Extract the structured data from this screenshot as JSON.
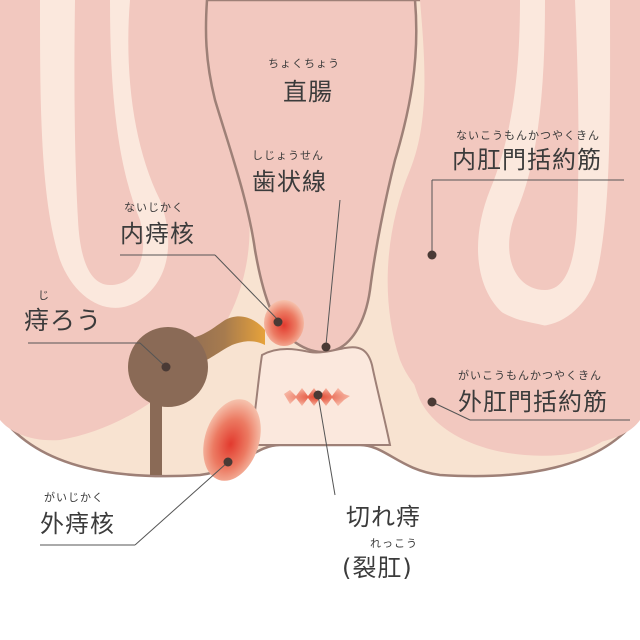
{
  "labels": {
    "rectum": {
      "ruby": "ちょくちょう",
      "text": "直腸"
    },
    "dentate_line": {
      "ruby": "しじょうせん",
      "text": "歯状線"
    },
    "internal_sphincter": {
      "ruby": "ないこうもんかつやくきん",
      "text": "内肛門括約筋"
    },
    "internal_hemorrhoid": {
      "ruby": "ないじかく",
      "text": "内痔核"
    },
    "anal_fistula": {
      "ruby": "じ",
      "text": "痔ろう"
    },
    "external_sphincter": {
      "ruby": "がいこうもんかつやくきん",
      "text": "外肛門括約筋"
    },
    "external_hemorrhoid": {
      "ruby": "がいじかく",
      "text": "外痔核"
    },
    "anal_fissure": {
      "text": "切れ痔",
      "ruby": "れっこう",
      "sub": "(裂肛)"
    }
  },
  "colors": {
    "skin": "#f8e3d1",
    "muscle": "#f2c8bf",
    "outline": "#9e8077",
    "hemorrhoid": "#e5493a",
    "fistula_dark": "#8c6a55",
    "fistula_light": "#e7a23a",
    "text": "#3b3b3b"
  }
}
